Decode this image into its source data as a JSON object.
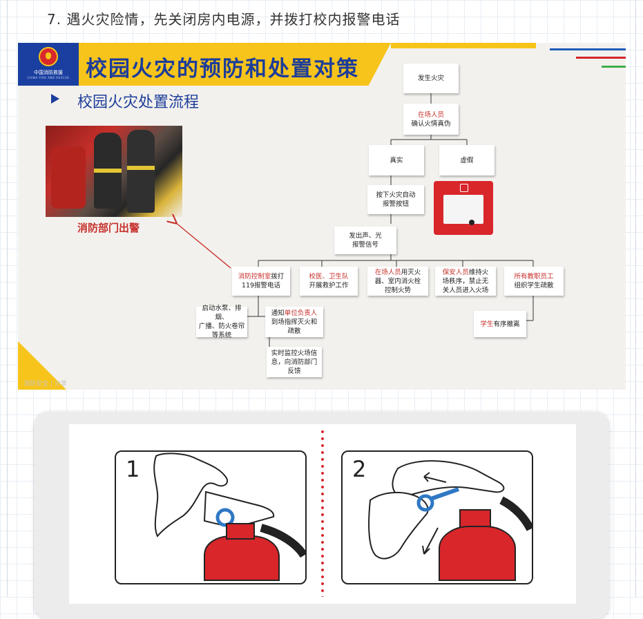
{
  "heading": "7. 遇火灾险情，先关闭房内电源，并拨打校内报警电话",
  "slide": {
    "title": "校园火灾的预防和处置对策",
    "logo_name": "中国消防救援",
    "logo_subtitle": "CHINA FIRE AND RESCUE",
    "subtitle": "校园火灾处置流程",
    "photo_caption": "消防部门出警",
    "watermark": "消防安全 | 分享"
  },
  "flowchart": {
    "start": "发生火灾",
    "confirm_who": "在场人员",
    "confirm_action": "确认火情真伪",
    "real": "真实",
    "false": "虚假",
    "press_line1": "按下火灾自动",
    "press_line2": "报警按钮",
    "signal_line1": "发出声、光",
    "signal_line2": "报警信号",
    "b1_red": "消防控制室",
    "b1_rest": "拨打",
    "b1_line2": "119报警电话",
    "b2_red": "校医、卫生队",
    "b2_line2": "开展救护工作",
    "b3_red": "在场人员",
    "b3_rest": "用灭火",
    "b3_line2": "器、室内消火栓",
    "b3_line3": "控制火势",
    "b4_red": "保安人员",
    "b4_rest": "维持火",
    "b4_line2": "场秩序，禁止无",
    "b4_line3": "关人员进入火场",
    "b5_red": "所有教职员工",
    "b5_line2": "组织学生疏散",
    "s1_line1": "启动水泵、排烟、",
    "s1_line2": "广播、防火卷帘",
    "s1_line3": "等系统",
    "s2_pre": "通知",
    "s2_red": "单位负责人",
    "s2_line2": "到场指挥灭火和",
    "s2_line3": "疏散",
    "s3_line1": "实时监控火场信",
    "s3_line2": "息，向消防部门",
    "s3_line3": "反馈",
    "students_red": "学生",
    "students_rest": "有序撤离"
  },
  "extinguisher": {
    "step1": "1",
    "step2": "2"
  },
  "colors": {
    "brand_blue": "#1c3d9a",
    "banner_yellow": "#f7c41b",
    "alert_red": "#c6302b",
    "pin_blue": "#2f78c4"
  }
}
